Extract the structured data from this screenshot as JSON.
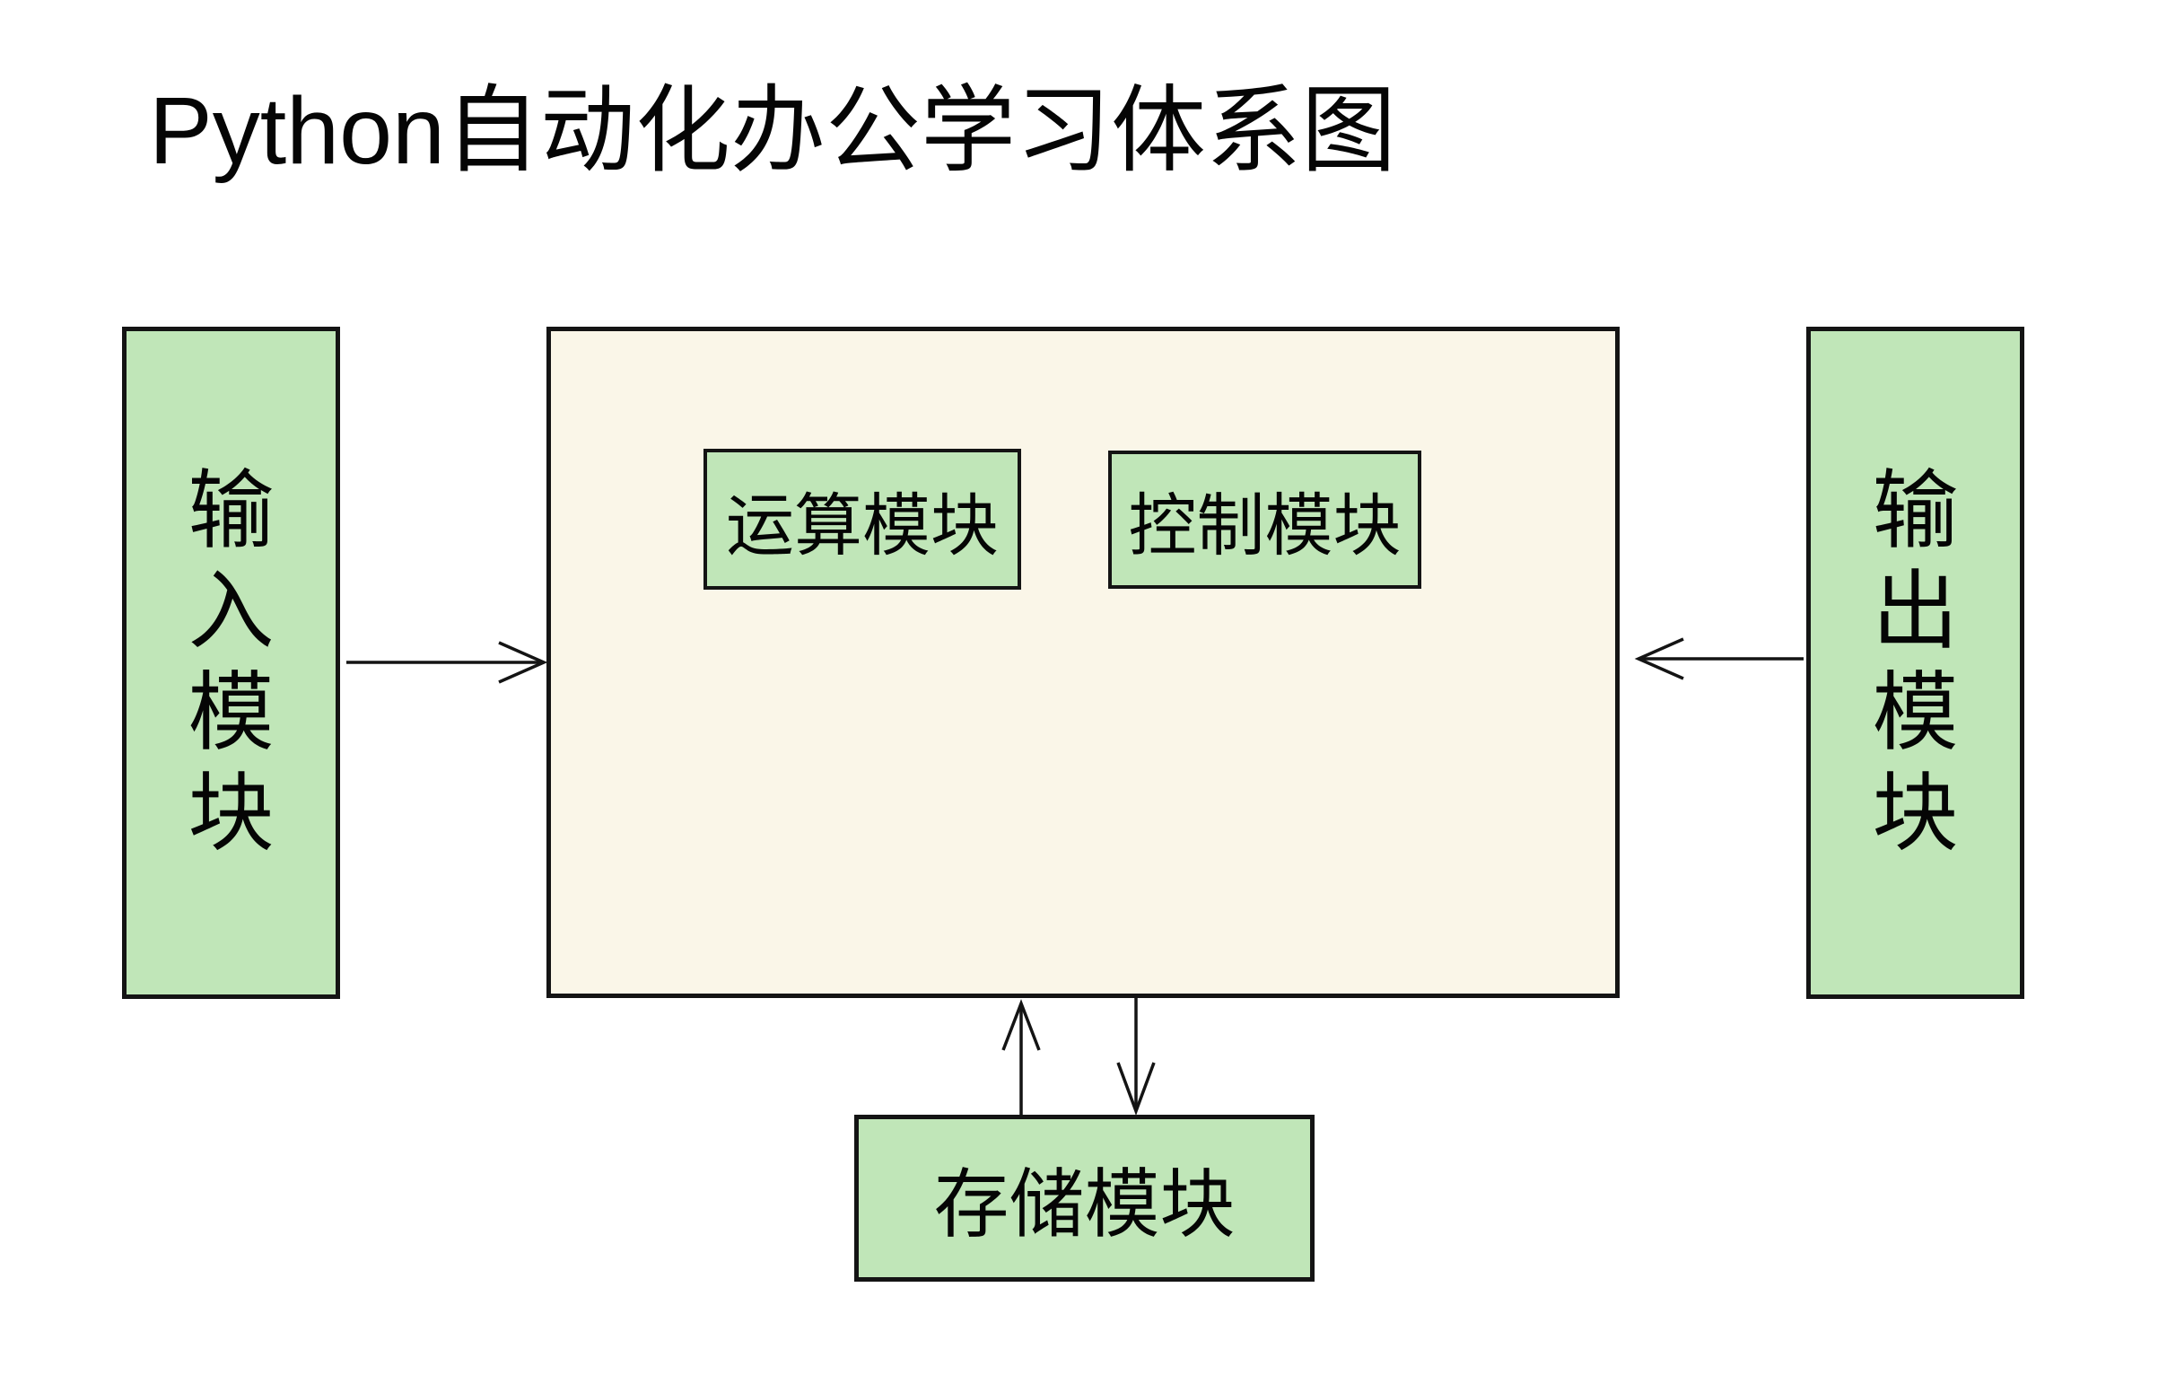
{
  "title": "Python自动化办公学习体系图",
  "colors": {
    "background": "#ffffff",
    "module_fill": "#c0e6b8",
    "processor_fill": "#faf6e8",
    "border": "#141414",
    "text": "#050505"
  },
  "modules": {
    "input": {
      "label": "输入模块",
      "orientation": "vertical"
    },
    "output": {
      "label": "输出模块",
      "orientation": "vertical"
    },
    "storage": {
      "label": "存储模块",
      "orientation": "horizontal"
    },
    "processor": {
      "submodules": [
        {
          "label": "运算模块"
        },
        {
          "label": "控制模块"
        }
      ]
    }
  },
  "arrows": [
    {
      "name": "input-to-processor",
      "direction": "right"
    },
    {
      "name": "output-to-processor",
      "direction": "left"
    },
    {
      "name": "storage-to-processor",
      "direction": "up"
    },
    {
      "name": "processor-to-storage",
      "direction": "down"
    }
  ]
}
